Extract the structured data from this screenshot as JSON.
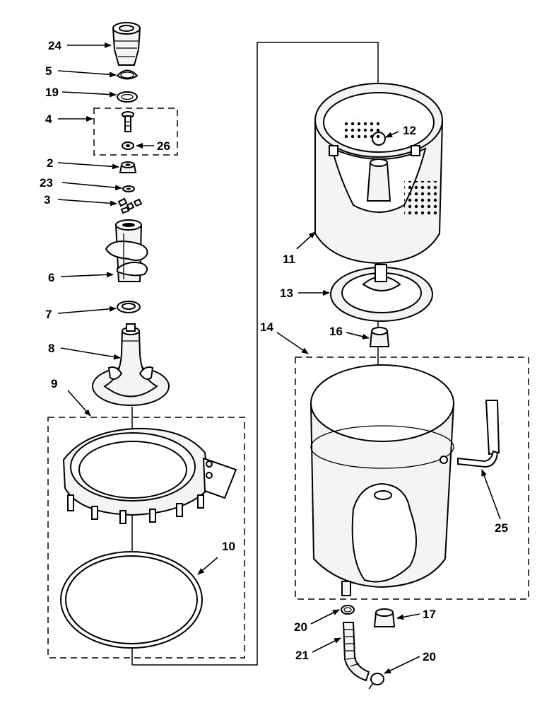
{
  "labels": {
    "p24": "24",
    "p5": "5",
    "p19": "19",
    "p4": "4",
    "p26": "26",
    "p2": "2",
    "p23": "23",
    "p3": "3",
    "p6": "6",
    "p7": "7",
    "p8": "8",
    "p9": "9",
    "p10": "10",
    "p11": "11",
    "p12": "12",
    "p13": "13",
    "p14": "14",
    "p16": "16",
    "p25": "25",
    "p17": "17",
    "p20a": "20",
    "p21": "21",
    "p20b": "20"
  }
}
